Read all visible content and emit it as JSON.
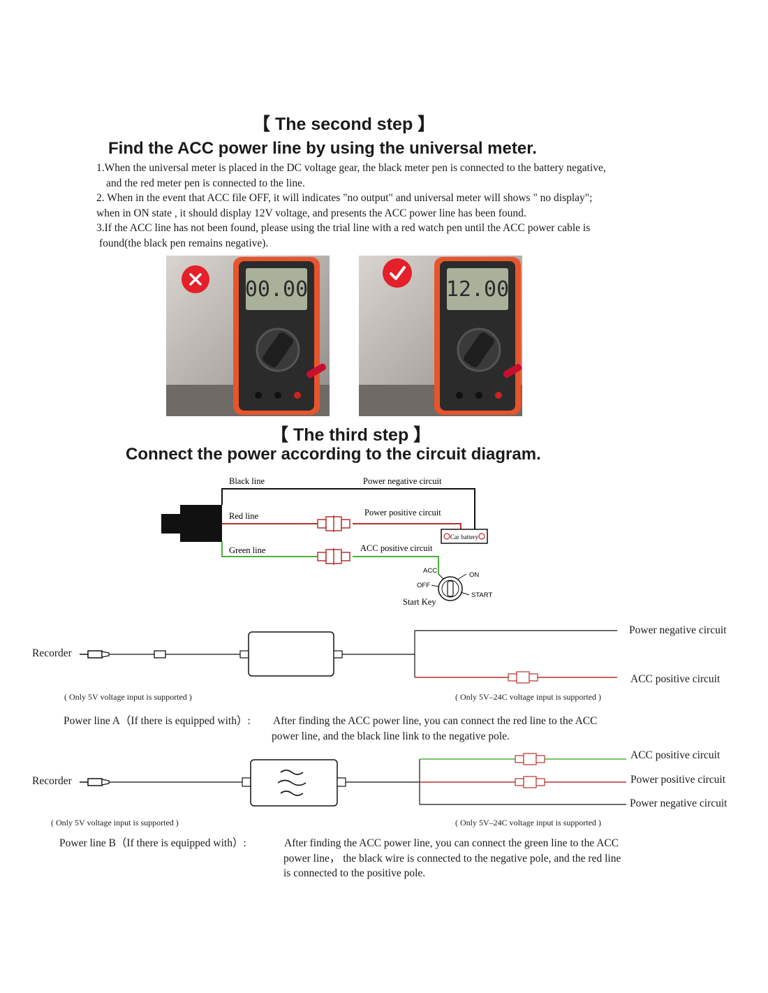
{
  "step2": {
    "title": "【 The second step 】",
    "subtitle": "Find the ACC power line by using the universal meter.",
    "line1a": "1.When the universal meter is placed in the DC voltage gear, the black meter pen is connected to the battery negative,",
    "line1b": "and the red meter pen is connected to the line.",
    "line2a": "2. When in the event that ACC file OFF, it will indicates \"no output\" and  universal meter will shows \" no display\";",
    "line2b": "when in ON state , it should display 12V voltage, and presents the ACC power line has been found.",
    "line3a": "3.If the ACC line has not been found, please using the trial line with a red watch pen until the ACC power cable is",
    "line3b": "found(the black pen remains negative)."
  },
  "meters": {
    "wrong": {
      "display": "00.00",
      "badge_icon": "cross-icon",
      "color": "#e4202a"
    },
    "right": {
      "display": "12.00",
      "badge_icon": "check-icon",
      "color": "#e4202a"
    }
  },
  "step3": {
    "title": "【 The third step 】",
    "subtitle": "Connect the power according to the circuit diagram."
  },
  "circuit": {
    "black_line": "Black line",
    "red_line": "Red line",
    "green_line": "Green line",
    "power_negative": "Power negative circuit",
    "power_positive": "Power positive circuit",
    "acc_positive": "ACC positive circuit",
    "battery": "Car battery",
    "key_acc": "ACC",
    "key_on": "ON",
    "key_off": "OFF",
    "key_start": "START",
    "start_key": "Start Key"
  },
  "line_a": {
    "recorder": "Recorder",
    "right_top": "Power negative circuit",
    "right_bottom": "ACC positive circuit",
    "note_left": "( Only 5V voltage input is supported )",
    "note_right": "( Only 5V–24C voltage input is supported )",
    "desc_label": "Power line A（If there is equipped with）:",
    "desc1": "After finding the ACC power line, you can connect the red line to the ACC",
    "desc2": "power line, and the black line link to the negative pole."
  },
  "line_b": {
    "recorder": "Recorder",
    "right_top": "ACC positive circuit",
    "right_mid": "Power positive circuit",
    "right_bottom": "Power negative circuit",
    "note_left": "( Only 5V voltage input is supported )",
    "note_right": "( Only 5V–24C voltage input is supported )",
    "desc_label": "Power line B（If there is equipped with）:",
    "desc1": "After finding the ACC power line, you can connect the green line to the ACC",
    "desc2": "power line，  the black wire is connected to the negative pole, and the red line",
    "desc3": "is connected to the positive pole."
  },
  "colors": {
    "red_wire": "#b9302c",
    "green_wire": "#4caf3c",
    "meter_orange": "#e8542c"
  }
}
